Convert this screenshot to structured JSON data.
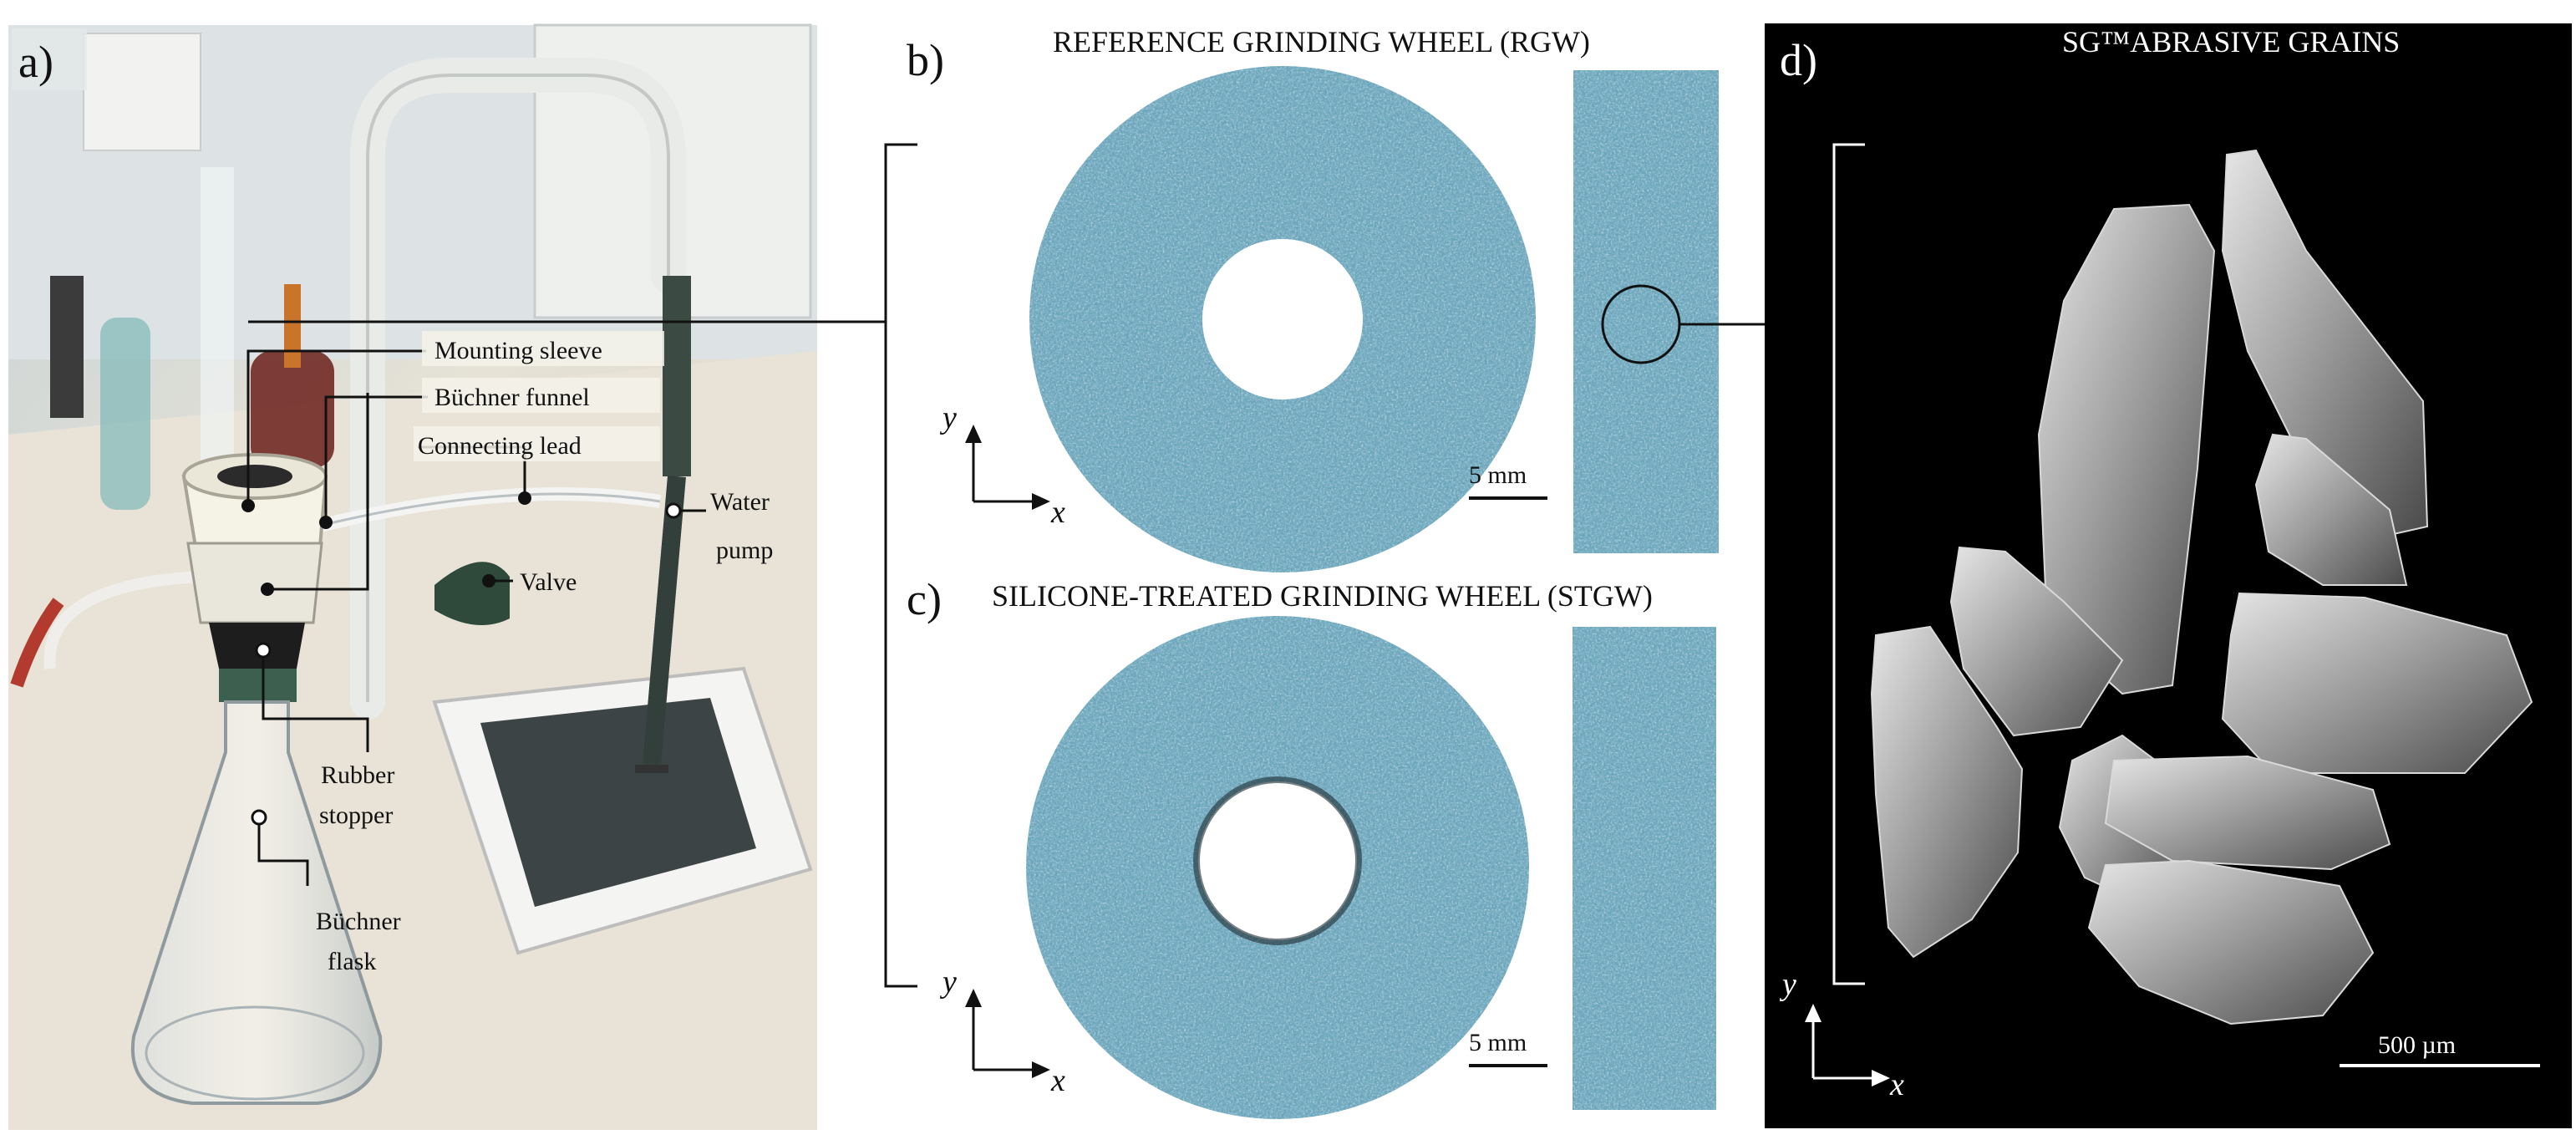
{
  "figure": {
    "panel_a": {
      "letter": "a)",
      "callouts": {
        "mounting_sleeve": "Mounting sleeve",
        "buchner_funnel": "Büchner funnel",
        "connecting_lead": "Connecting lead",
        "water": "Water",
        "pump": "pump",
        "valve": "Valve",
        "rubber": "Rubber",
        "stopper": "stopper",
        "buchner": "Büchner",
        "flask": "flask"
      }
    },
    "panel_b": {
      "letter": "b)",
      "title": "REFERENCE GRINDING WHEEL (RGW)",
      "scale_bar": "5 mm",
      "axis_x": "x",
      "axis_y": "y"
    },
    "panel_c": {
      "letter": "c)",
      "title": "SILICONE-TREATED GRINDING WHEEL (STGW)",
      "scale_bar": "5 mm",
      "axis_x": "x",
      "axis_y": "y"
    },
    "panel_d": {
      "letter": "d)",
      "title": "SG™ABRASIVE GRAINS",
      "scale_bar": "500 µm",
      "axis_x": "x",
      "axis_y": "y"
    }
  },
  "colors": {
    "wheel_blue": "#6aa3b8",
    "background": "#ffffff",
    "sem_background": "#000000",
    "grain_gray": "#9a9a9a"
  }
}
